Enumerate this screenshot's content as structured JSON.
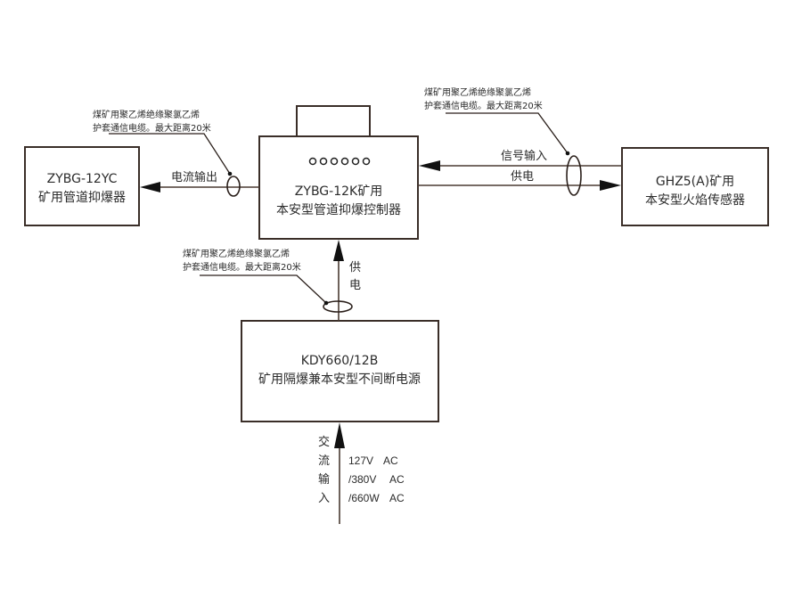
{
  "devices": {
    "controller": {
      "model": "ZYBG-12K矿用",
      "name": "本安型管道抑爆控制器",
      "indicator_count": 6
    },
    "suppressor": {
      "model": "ZYBG-12YC",
      "name": "矿用管道抑爆器"
    },
    "sensor": {
      "model": "GHZ5(A)矿用",
      "name": "本安型火焰传感器"
    },
    "power_supply": {
      "model": "KDY660/12B",
      "name": "矿用隔爆兼本安型不间断电源"
    }
  },
  "connections": {
    "current_output": "电流输出",
    "signal_input": "信号输入",
    "power_to_sensor": "供电",
    "power_to_controller": [
      "供",
      "电"
    ],
    "ac_input": [
      "交",
      "流",
      "输",
      "入"
    ]
  },
  "cable_notes": {
    "left": [
      "煤矿用聚乙烯绝缘聚氯乙烯",
      "护套通信电缆。最大距离20米"
    ],
    "right": [
      "煤矿用聚乙烯绝缘聚氯乙烯",
      "护套通信电缆。最大距离20米"
    ],
    "bottom": [
      "煤矿用聚乙烯绝缘聚氯乙烯",
      "护套通信电缆。最大距离20米"
    ]
  },
  "ac_voltages": [
    {
      "value": "127V",
      "unit": "AC"
    },
    {
      "value": "/380V",
      "unit": "AC"
    },
    {
      "value": "/660W",
      "unit": "AC"
    }
  ]
}
